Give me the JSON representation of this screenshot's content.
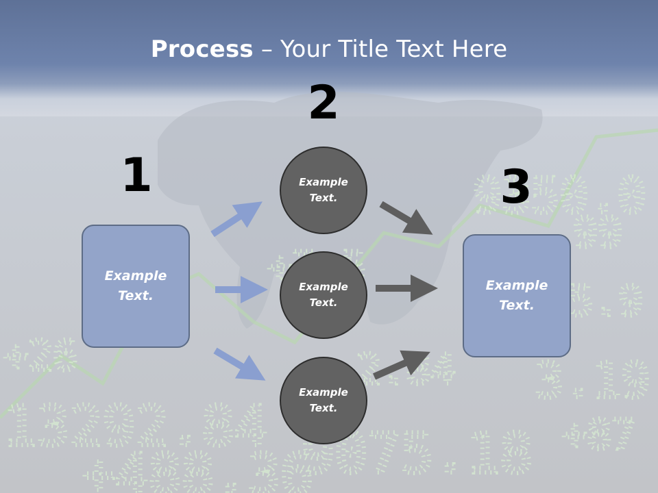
{
  "title": {
    "bold": "Process",
    "rest": " – Your Title Text Here"
  },
  "steps": {
    "one": "1",
    "two": "2",
    "three": "3"
  },
  "boxes": {
    "left": "Example Text.",
    "right": "Example Text."
  },
  "circles": {
    "top": "Example Text.",
    "middle": "Example Text.",
    "bottom": "Example Text."
  },
  "colors": {
    "box_fill": "#93a4c9",
    "circle_fill": "#626262",
    "arrow_blue": "#8a9fd0",
    "arrow_gray": "#5e5e5e"
  }
}
